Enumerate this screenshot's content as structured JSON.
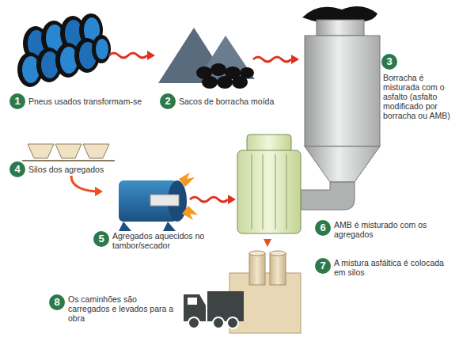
{
  "diagram": {
    "labels": [
      "1",
      "Pneus usados transformam-se",
      "2",
      "Sacos de borracha moída",
      "3",
      "Borracha é misturada com o asfalto (asfalto modificado por borracha ou AMB)",
      "4",
      "Silos dos agregados",
      "5",
      "Agregados aquecidos no tambor/secador",
      "6",
      "AMB é misturado com os agregados",
      "7",
      "A mistura asfáltica é colocada em silos",
      "8",
      "Os caminhões são carregados e levados para a obra"
    ]
  }
}
